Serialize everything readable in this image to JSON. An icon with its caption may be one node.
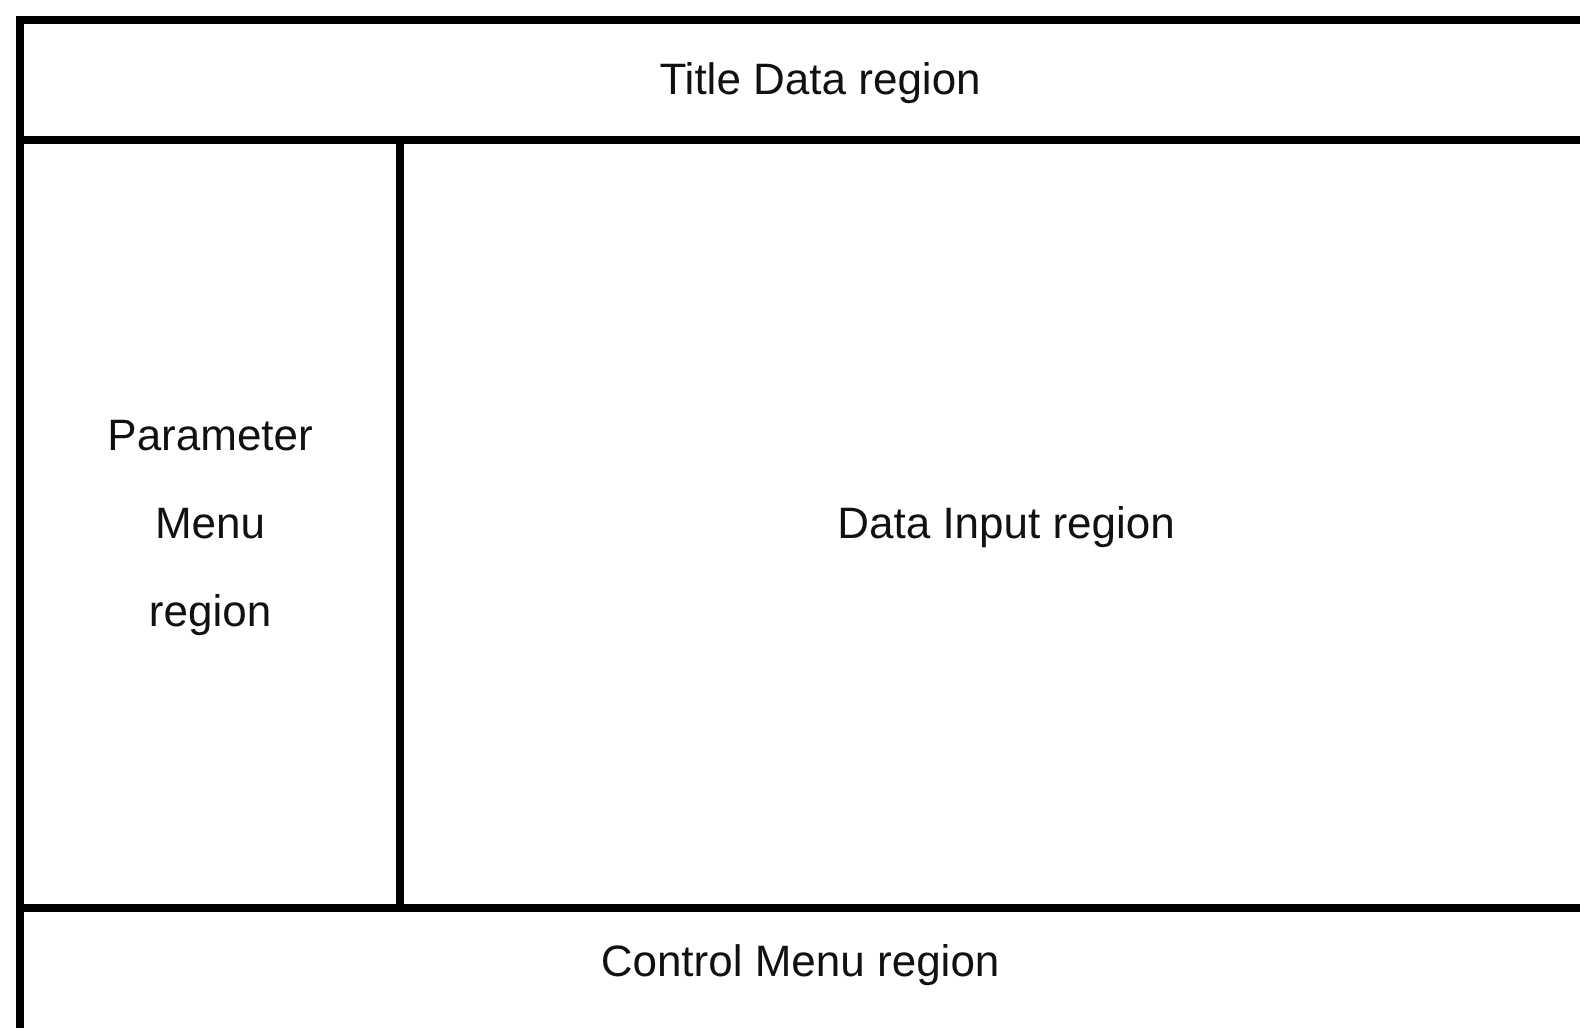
{
  "diagram": {
    "nodes": [
      {
        "text": [
          "Title Data region"
        ]
      },
      {
        "text": [
          "Parameter Menu region"
        ]
      },
      {
        "text": [
          "Data Input region"
        ]
      },
      {
        "text": [
          "Control Menu region"
        ]
      }
    ]
  }
}
